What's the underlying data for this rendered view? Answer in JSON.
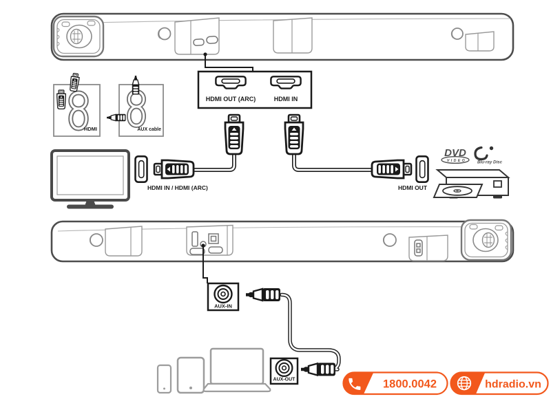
{
  "labels": {
    "callout_port1": "HDMI OUT (ARC)",
    "callout_port2": "HDMI IN",
    "hdmi_box": "HDMI",
    "aux_box": "AUX cable",
    "tv_port": "HDMI IN / HDMI (ARC)",
    "player_port": "HDMI OUT",
    "aux_in": "AUX-IN",
    "aux_out": "AUX-OUT"
  },
  "logos": {
    "dvd": "DVD",
    "dvd_sub": "VIDEO",
    "bluray": "Blu-ray Disc"
  },
  "footer": {
    "phone": "1800.0042",
    "website": "hdradio.vn"
  },
  "colors": {
    "accent_orange": "#F2581C",
    "diagram_black": "#1a1a1a",
    "outline_gray": "#8a8a8a"
  }
}
